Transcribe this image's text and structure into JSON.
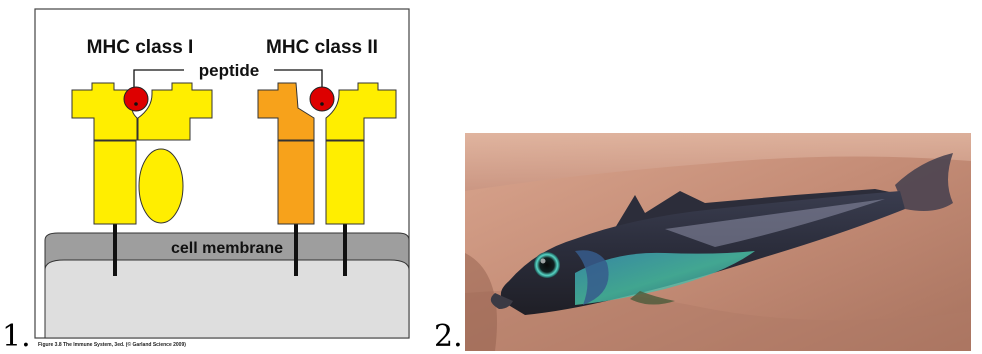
{
  "items": [
    {
      "number": "1."
    },
    {
      "number": "2."
    }
  ],
  "figure1": {
    "class1_label": "MHC class I",
    "class2_label": "MHC class II",
    "peptide_label": "peptide",
    "membrane_label": "cell membrane",
    "caption": "Figure 3.8 The Immune System, 3ed. (© Garland Science 2009)",
    "colors": {
      "yellow": "#ffee00",
      "orange": "#f7a21b",
      "peptide_red": "#dd0000",
      "membrane_dark": "#9e9e9e",
      "membrane_light": "#dedede"
    }
  }
}
